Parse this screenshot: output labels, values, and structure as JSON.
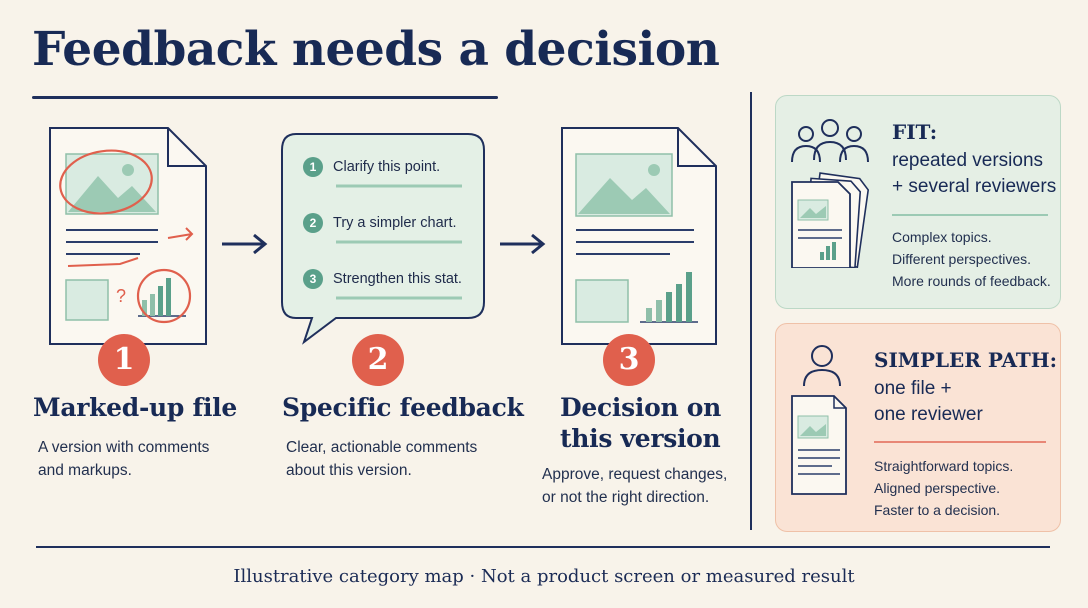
{
  "title": "Feedback needs a decision",
  "steps": [
    {
      "number": "1",
      "title": "Marked-up file",
      "desc_lines": [
        "A version with comments",
        "and markups."
      ]
    },
    {
      "number": "2",
      "title": "Specific feedback",
      "desc_lines": [
        "Clear, actionable comments",
        "about this version."
      ]
    },
    {
      "number": "3",
      "title_lines": [
        "Decision on",
        "this version"
      ],
      "desc_lines": [
        "Approve, request changes,",
        "or not the right direction."
      ]
    }
  ],
  "feedback_bubble": {
    "items": [
      {
        "num": "1",
        "text": "Clarify this point."
      },
      {
        "num": "2",
        "text": "Try a simpler chart."
      },
      {
        "num": "3",
        "text": "Strengthen this stat."
      }
    ]
  },
  "markup_question": "?",
  "fit_card": {
    "heading": "FIT:",
    "sub_lines": [
      "repeated versions",
      "+ several reviewers"
    ],
    "list": [
      "Complex topics.",
      "Different perspectives.",
      "More rounds of feedback."
    ]
  },
  "simple_card": {
    "heading": "SIMPLER PATH:",
    "sub_lines": [
      "one file +",
      "one reviewer"
    ],
    "list": [
      "Straightforward topics.",
      "Aligned perspective.",
      "Faster to a decision."
    ]
  },
  "footer": "Illustrative category map · Not a product screen or measured result",
  "colors": {
    "navy": "#1f2f5c",
    "accent_red": "#e0604d",
    "green": "#5aa08a",
    "fit_bg": "#e5efe5",
    "simple_bg": "#fae3d5"
  }
}
